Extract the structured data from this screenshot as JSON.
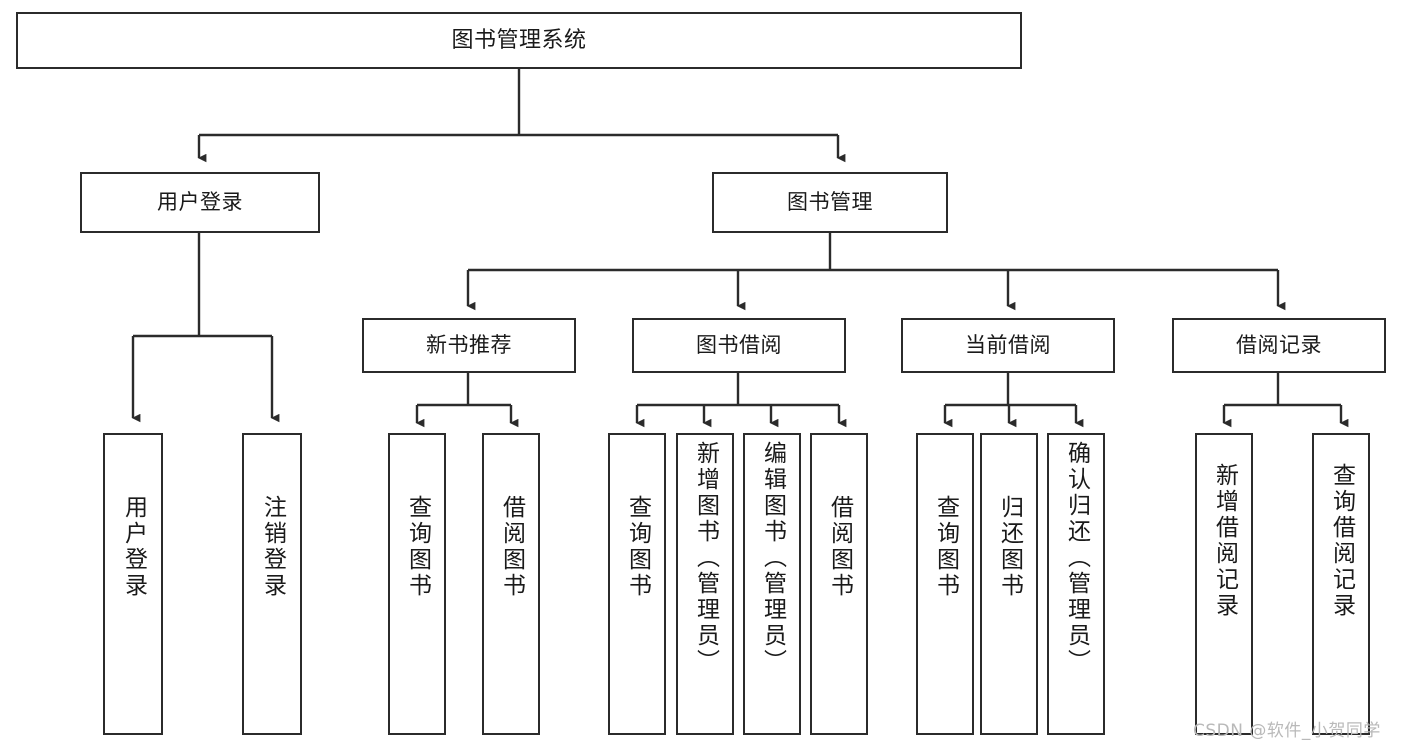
{
  "diagram": {
    "title": "图书管理系统",
    "type": "functional-structure-tree",
    "orientation": "top-down",
    "watermark": "CSDN @软件_小贺同学",
    "colors": {
      "box_border": "#2b2b2b",
      "box_fill": "#ffffff",
      "connector": "#2b2b2b",
      "text": "#1a1a1a",
      "watermark": "#b9b9b9",
      "background": "#ffffff"
    },
    "levels": {
      "root": [
        "图书管理系统"
      ],
      "level2": [
        "用户登录",
        "图书管理"
      ],
      "level3": [
        "新书推荐",
        "图书借阅",
        "当前借阅",
        "借阅记录"
      ],
      "leaves": [
        "用户登录",
        "注销登录",
        "查询图书",
        "借阅图书",
        "查询图书",
        "新增图书（管理员）",
        "编辑图书（管理员）",
        "借阅图书",
        "查询图书",
        "归还图书",
        "确认归还（管理员）",
        "新增借阅记录",
        "查询借阅记录"
      ]
    }
  },
  "nodes": {
    "root": {
      "label": "图书管理系统"
    },
    "user_login": {
      "label": "用户登录"
    },
    "book_manage": {
      "label": "图书管理"
    },
    "new_book_rec": {
      "label": "新书推荐"
    },
    "book_borrow": {
      "label": "图书借阅"
    },
    "current_borrow": {
      "label": "当前借阅"
    },
    "borrow_record": {
      "label": "借阅记录"
    },
    "leaf_user_login": {
      "label": "用户登录"
    },
    "leaf_logout": {
      "label": "注销登录"
    },
    "leaf_query_book_a": {
      "label": "查询图书"
    },
    "leaf_borrow_book_a": {
      "label": "借阅图书"
    },
    "leaf_query_book_b": {
      "label": "查询图书"
    },
    "leaf_add_book": {
      "label": "新增图书（管理员）"
    },
    "leaf_edit_book": {
      "label": "编辑图书（管理员）"
    },
    "leaf_borrow_book_b": {
      "label": "借阅图书"
    },
    "leaf_query_book_c": {
      "label": "查询图书"
    },
    "leaf_return_book": {
      "label": "归还图书"
    },
    "leaf_confirm_return": {
      "label": "确认归还（管理员）"
    },
    "leaf_add_record": {
      "label": "新增借阅记录"
    },
    "leaf_query_record": {
      "label": "查询借阅记录"
    }
  },
  "watermark": {
    "text": "CSDN @软件_小贺同学"
  }
}
